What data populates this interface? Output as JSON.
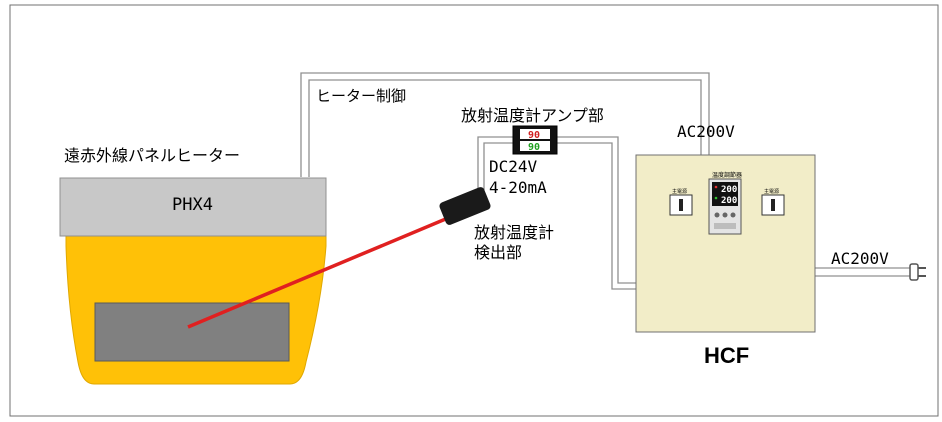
{
  "heater": {
    "label": "遠赤外線パネルヒーター",
    "model": "PHX4"
  },
  "control_line_label": "ヒーター制御",
  "thermometer_amp": {
    "label": "放射温度計アンプ部",
    "display_top": "90",
    "display_bottom": "90",
    "power": "DC24V",
    "signal": "4-20mA"
  },
  "sensor": {
    "label_line1": "放射温度計",
    "label_line2": "検出部"
  },
  "controller": {
    "name": "HCF",
    "input_power": "AC200V",
    "output_power": "AC200V",
    "panel_title": "温度調節器",
    "pv": "200",
    "sv": "200",
    "outlet_label_left": "主電源",
    "outlet_label_right": "主電源"
  },
  "colors": {
    "heater_body": "#FFC107",
    "heater_top": "#C8C8C8",
    "heater_window": "#808080",
    "controller_box": "#F2EDC8",
    "laser": "#E02020",
    "sensor": "#1A1A1A",
    "wire": "#909090"
  }
}
